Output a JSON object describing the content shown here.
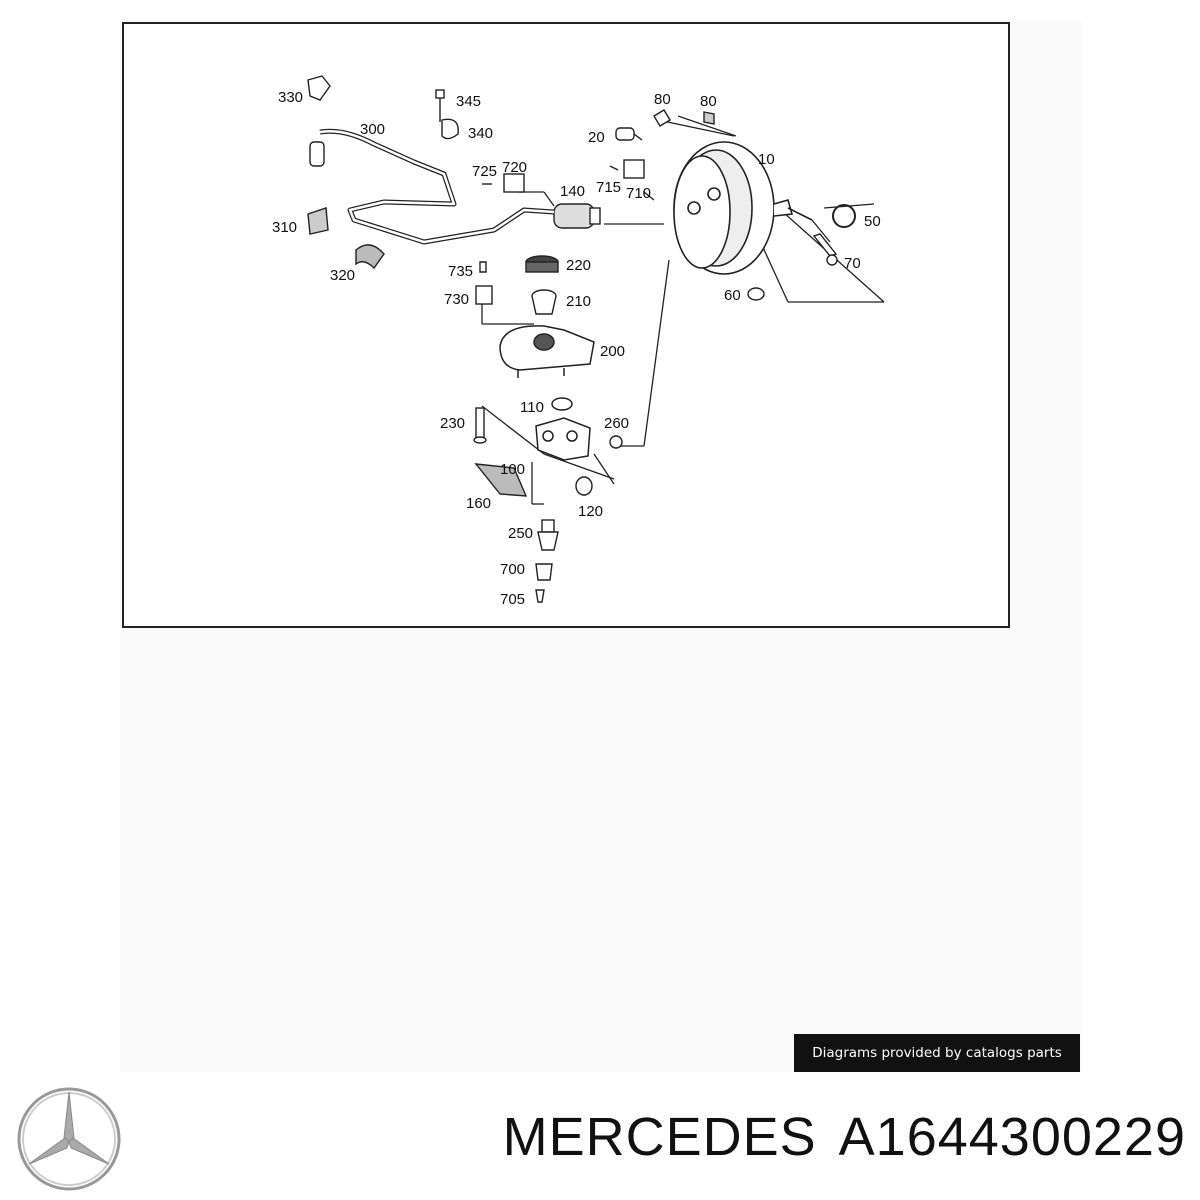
{
  "diagram": {
    "callouts": [
      "330",
      "345",
      "340",
      "300",
      "20",
      "80",
      "80",
      "10",
      "725",
      "720",
      "715",
      "710",
      "140",
      "310",
      "50",
      "320",
      "70",
      "735",
      "220",
      "730",
      "210",
      "60",
      "200",
      "110",
      "230",
      "260",
      "100",
      "160",
      "120",
      "250",
      "700",
      "705"
    ]
  },
  "credit": {
    "text": "Diagrams provided by catalogs parts"
  },
  "title": {
    "brand": "MERCEDES",
    "part_number": "A1644300229"
  },
  "logo": {
    "icon": "mercedes-star-icon"
  }
}
